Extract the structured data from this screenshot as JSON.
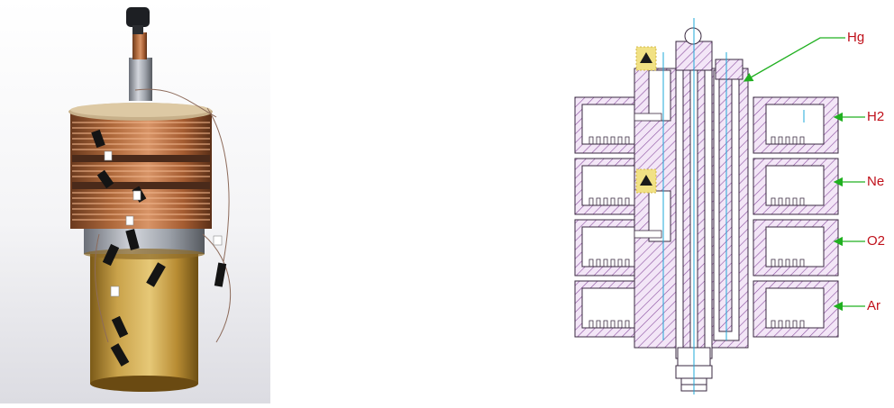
{
  "figure": {
    "left_panel": "photo",
    "right_panel": "cross-section"
  },
  "labels": [
    {
      "id": "hg",
      "text": "Hg"
    },
    {
      "id": "h2",
      "text": "H2"
    },
    {
      "id": "ne",
      "text": "Ne"
    },
    {
      "id": "o2",
      "text": "O2"
    },
    {
      "id": "ar",
      "text": "Ar"
    }
  ],
  "colors": {
    "hatch": "#8a4fa0",
    "hatch_fill": "#f3e6f7",
    "arrow": "#20b020",
    "label_text": "#c0101a",
    "centerline": "#1fa8d8",
    "tip": "#e8cf55"
  }
}
